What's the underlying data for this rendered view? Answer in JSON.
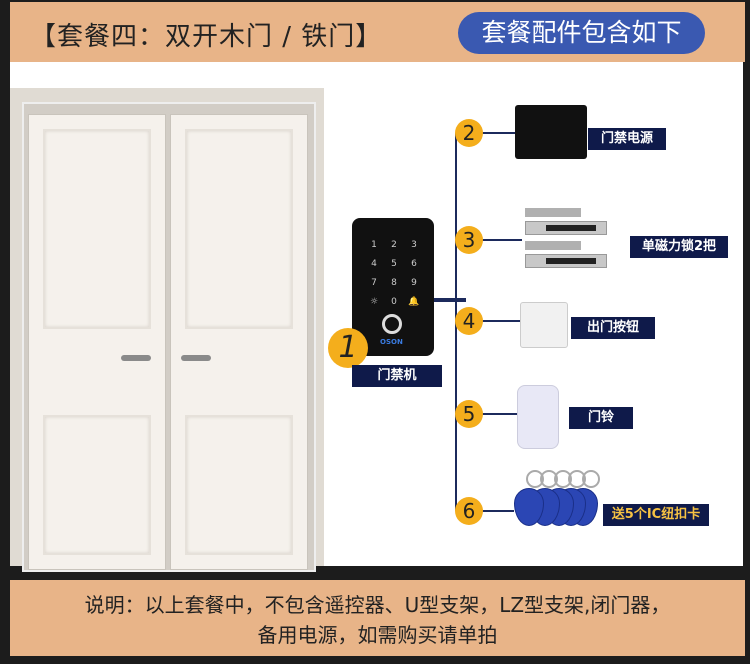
{
  "header": {
    "title": "【套餐四：双开木门 / 铁门】",
    "badge": "套餐配件包含如下"
  },
  "items": [
    {
      "num": "1",
      "label": "门禁机"
    },
    {
      "num": "2",
      "label": "门禁电源"
    },
    {
      "num": "3",
      "label": "单磁力锁2把"
    },
    {
      "num": "4",
      "label": "出门按钮"
    },
    {
      "num": "5",
      "label": "门铃"
    },
    {
      "num": "6",
      "label": "送5个IC纽扣卡"
    }
  ],
  "keypad": {
    "keys": [
      "1",
      "2",
      "3",
      "4",
      "5",
      "6",
      "7",
      "8",
      "9",
      "☼",
      "0",
      "🔔"
    ],
    "brand": "OSON"
  },
  "footer": {
    "line1": "说明：以上套餐中，不包含遥控器、U型支架，LZ型支架,闭门器，",
    "line2": "备用电源，如需购买请单拍"
  },
  "colors": {
    "header": "#e8b488",
    "badge": "#3a59b1",
    "label": "#0f1a4a",
    "number": "#f4ae1c"
  }
}
